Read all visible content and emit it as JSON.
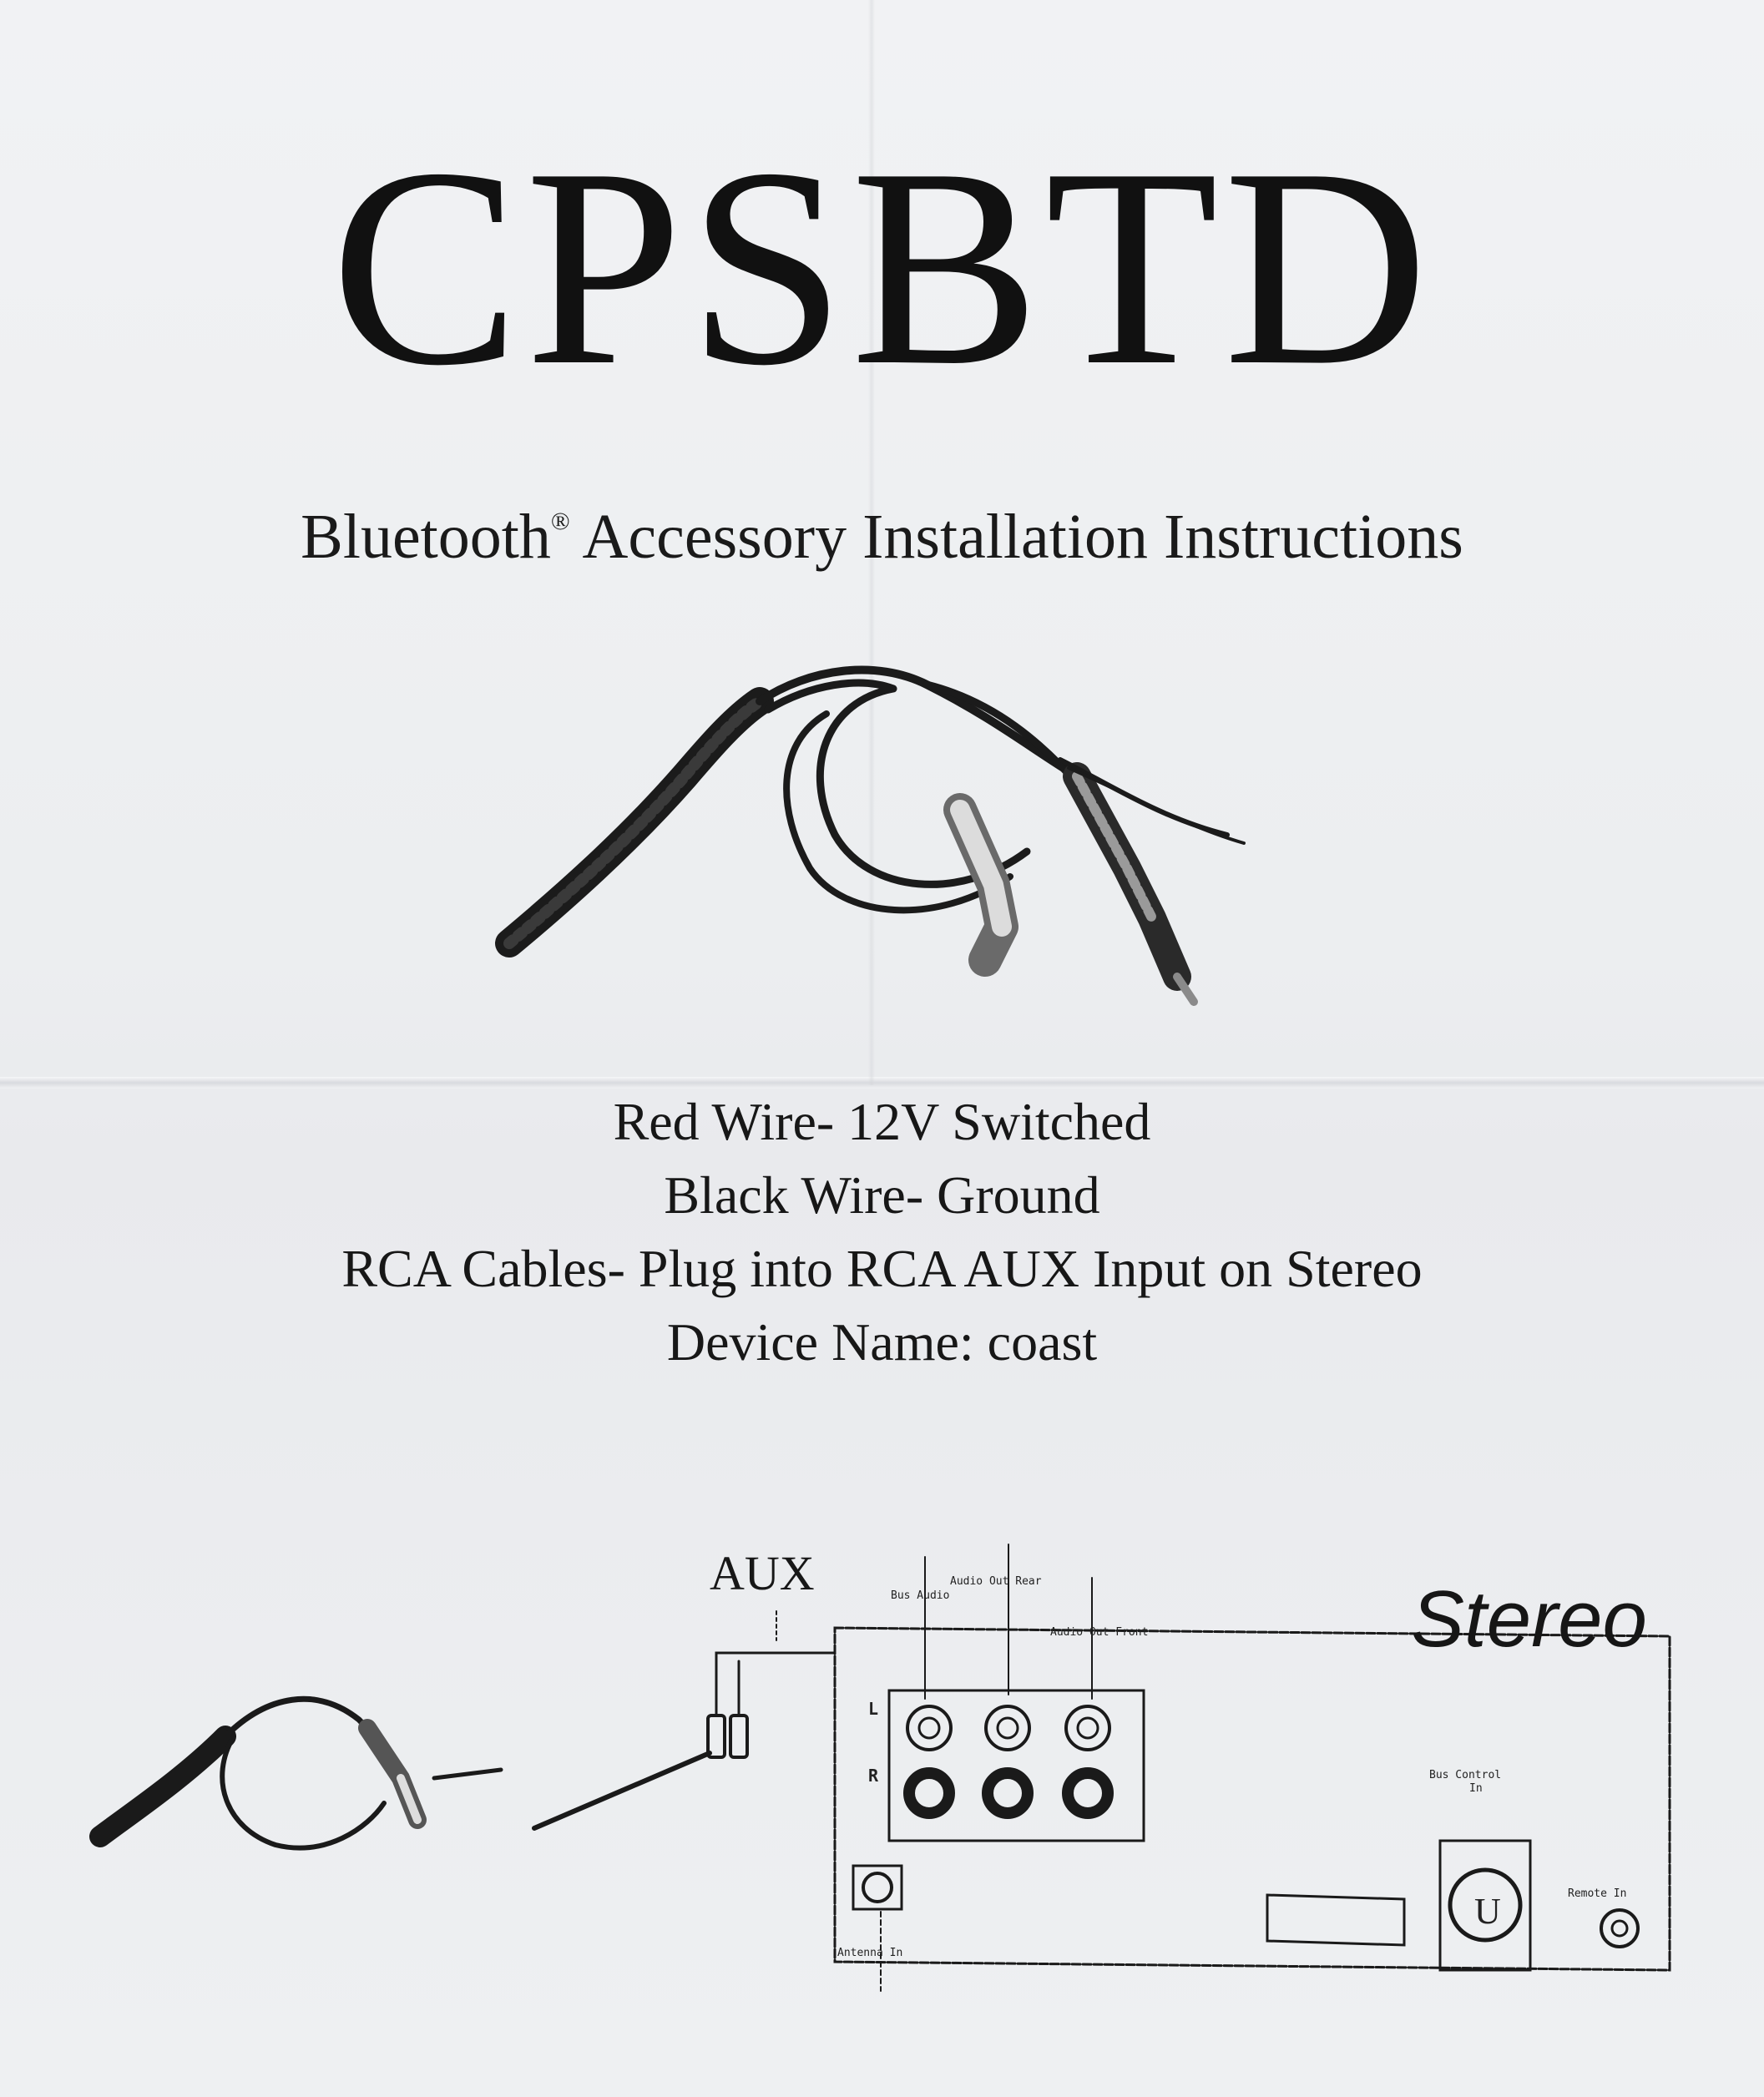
{
  "document": {
    "title": "CPSBTD",
    "subtitle_main": "Bluetooth",
    "subtitle_mark": "®",
    "subtitle_rest": " Accessory Installation Instructions"
  },
  "specs": [
    "Red Wire- 12V Switched",
    "Black Wire- Ground",
    "RCA Cables- Plug into RCA AUX Input on Stereo",
    "Device Name: coast"
  ],
  "diagram": {
    "aux_label": "AUX",
    "stereo_label": "Stereo",
    "port_labels": {
      "bus_audio": "Bus Audio",
      "audio_out_rear": "Audio Out Rear",
      "audio_out_front": "Audio Out Front",
      "bus_control_in": "Bus Control",
      "bus_control_in_2": "In",
      "remote_in": "Remote In",
      "antenna_in": "Antenna In",
      "left": "L",
      "right": "R",
      "u_symbol": "U"
    }
  },
  "colors": {
    "paper": "#eceef0",
    "ink": "#141414"
  }
}
